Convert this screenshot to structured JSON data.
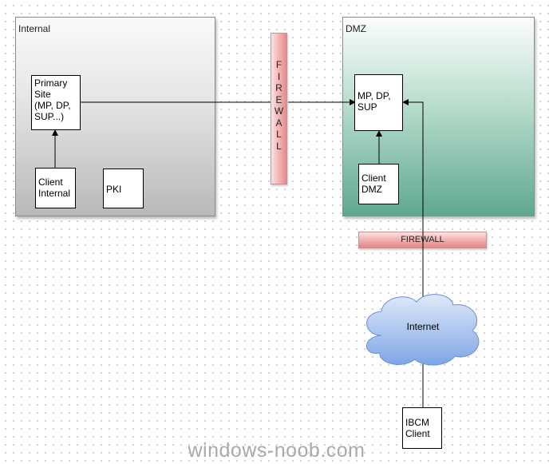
{
  "zones": {
    "internal": {
      "title": "Internal"
    },
    "dmz": {
      "title": "DMZ"
    }
  },
  "nodes": {
    "primary_site": {
      "label": "Primary\nSite\n(MP, DP,\nSUP...)"
    },
    "client_internal": {
      "label": "Client\nInternal"
    },
    "pki": {
      "label": "PKI"
    },
    "dmz_server": {
      "label": "MP, DP,\nSUP"
    },
    "client_dmz": {
      "label": "Client\nDMZ"
    },
    "internet": {
      "label": "Internet"
    },
    "ibcm_client": {
      "label": "IBCM\nClient"
    }
  },
  "firewalls": {
    "vertical": {
      "label": "F\nI\nR\nE\nW\nA\nL\nL"
    },
    "horizontal": {
      "label": "FIREWALL"
    }
  },
  "watermark": "windows-noob.com"
}
